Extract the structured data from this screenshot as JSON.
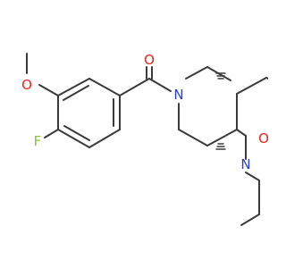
{
  "molecule": {
    "atoms": {
      "o_carbonyl_amide": {
        "symbol": "O",
        "color": "#e8271d"
      },
      "o_methoxy": {
        "symbol": "O",
        "color": "#e8271d"
      },
      "fluorine": {
        "symbol": "F",
        "color": "#8fbf3a"
      },
      "n_ring_amide": {
        "symbol": "N",
        "color": "#2a3fcf"
      },
      "n_lactam": {
        "symbol": "N",
        "color": "#2a3fcf"
      },
      "o_lactam": {
        "symbol": "O",
        "color": "#e8271d"
      }
    },
    "bond_color": "#3a3a3a",
    "stereo_color": "#3a3a3a"
  }
}
